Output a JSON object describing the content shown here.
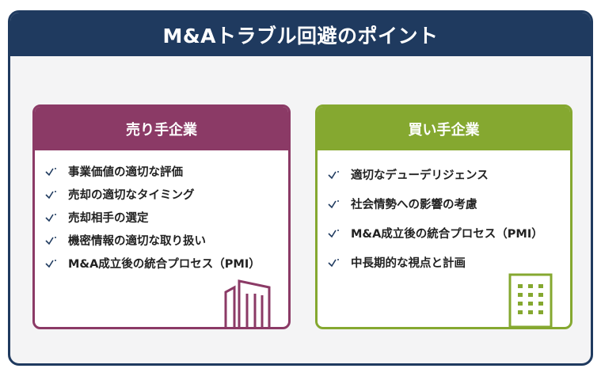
{
  "title": "M&Aトラブル回避のポイント",
  "seller": {
    "heading": "売り手企業",
    "items": [
      "事業価値の適切な評価",
      "売却の適切なタイミング",
      "売却相手の選定",
      "機密情報の適切な取り扱い",
      "M&A成立後の統合プロセス（PMI）"
    ],
    "icon": "buildings-outline-icon"
  },
  "buyer": {
    "heading": "買い手企業",
    "items": [
      "適切なデューデリジェンス",
      "社会情勢への影響の考慮",
      "M&A成立後の統合プロセス（PMI）",
      "中長期的な視点と計画"
    ],
    "icon": "office-building-icon"
  },
  "colors": {
    "navy": "#1f3a5f",
    "seller_accent": "#8b3a66",
    "buyer_accent": "#85a830"
  }
}
